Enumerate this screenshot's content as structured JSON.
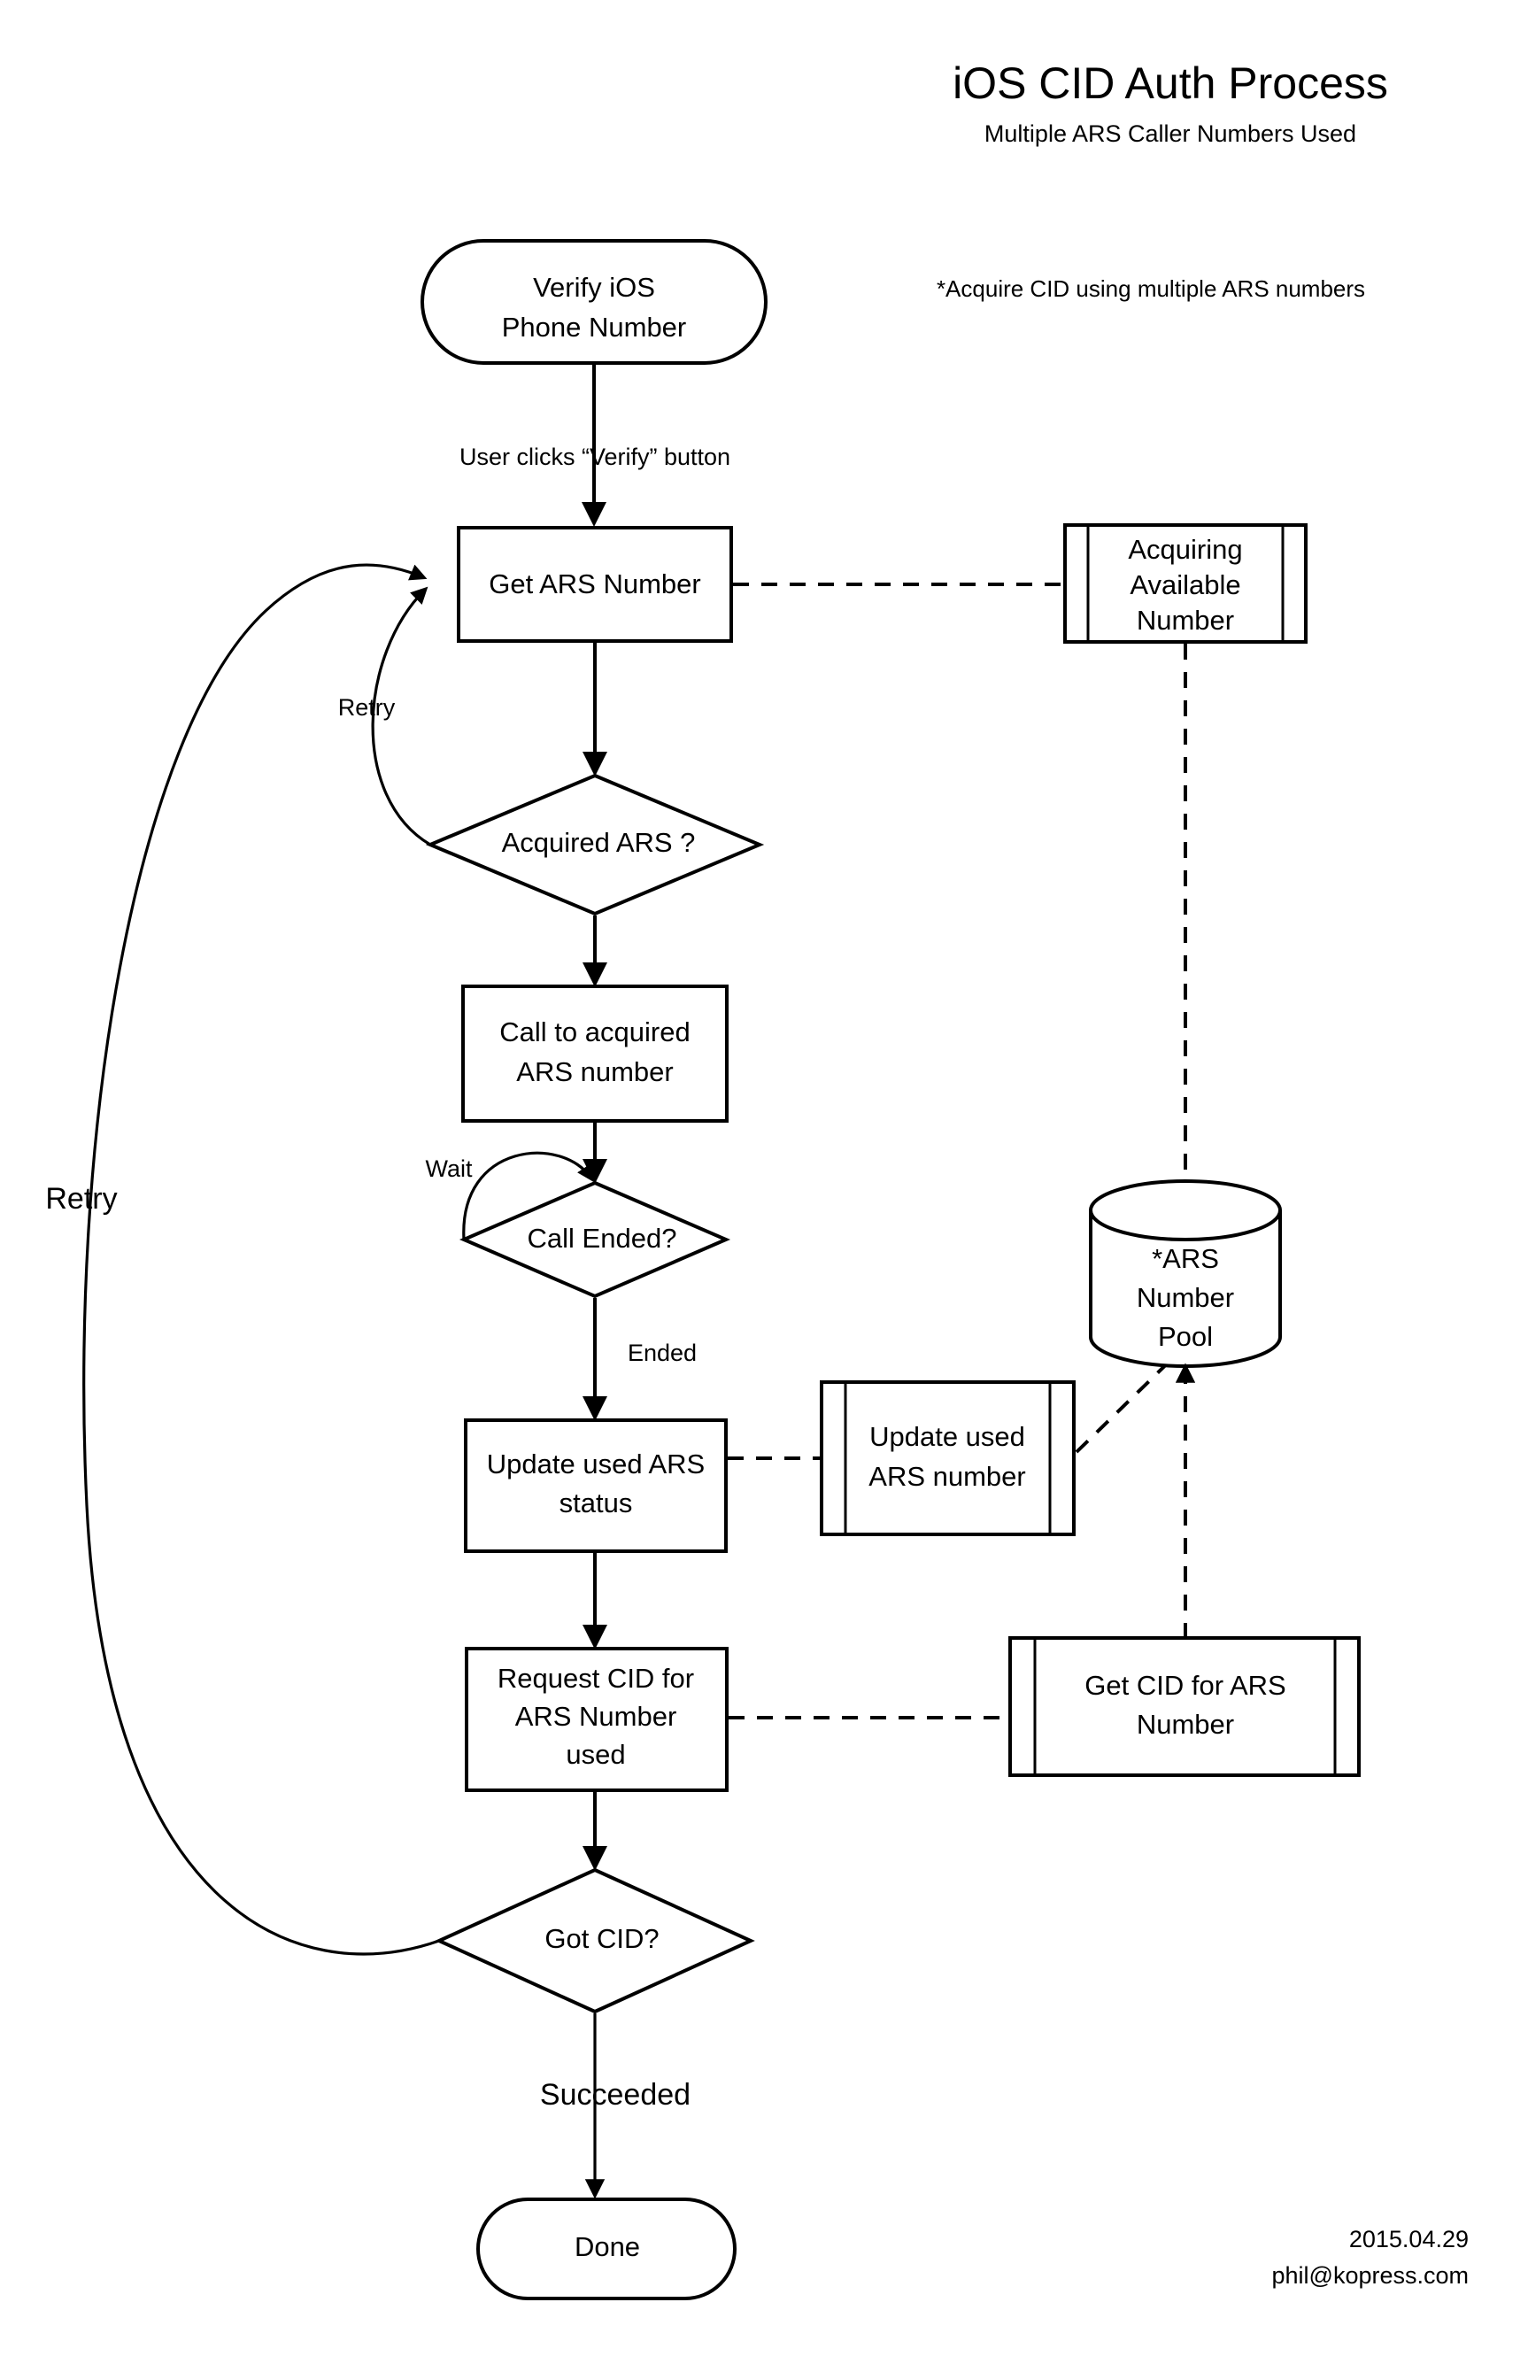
{
  "header": {
    "title": "iOS CID Auth Process",
    "subtitle": "Multiple ARS Caller Numbers Used",
    "note": "*Acquire CID using multiple ARS numbers"
  },
  "footer": {
    "date": "2015.04.29",
    "email": "phil@kopress.com"
  },
  "nodes": {
    "start": {
      "line1": "Verify iOS",
      "line2": "Phone Number"
    },
    "get_ars": {
      "line1": "Get ARS Number"
    },
    "acquiring_available": {
      "line1": "Acquiring",
      "line2": "Available",
      "line3": "Number"
    },
    "acquired_ars": {
      "line1": "Acquired ARS ?"
    },
    "call_ars": {
      "line1": "Call to acquired",
      "line2": "ARS number"
    },
    "call_ended": {
      "line1": "Call Ended?"
    },
    "update_status": {
      "line1": "Update used ARS",
      "line2": "status"
    },
    "update_number": {
      "line1": "Update used",
      "line2": "ARS number"
    },
    "ars_pool": {
      "line1": "*ARS",
      "line2": "Number",
      "line3": "Pool"
    },
    "request_cid": {
      "line1": "Request CID for",
      "line2": "ARS Number",
      "line3": "used"
    },
    "get_cid": {
      "line1": "Get CID for ARS",
      "line2": "Number"
    },
    "got_cid": {
      "line1": "Got CID?"
    },
    "done": {
      "line1": "Done"
    }
  },
  "edges": {
    "verify_click": "User clicks “Verify” button",
    "retry_short": "Retry",
    "retry_long": "Retry",
    "wait": "Wait",
    "ended": "Ended",
    "succeeded": "Succeeded"
  },
  "colors": {
    "stroke": "#000000",
    "fill": "#ffffff",
    "text": "#000000"
  }
}
